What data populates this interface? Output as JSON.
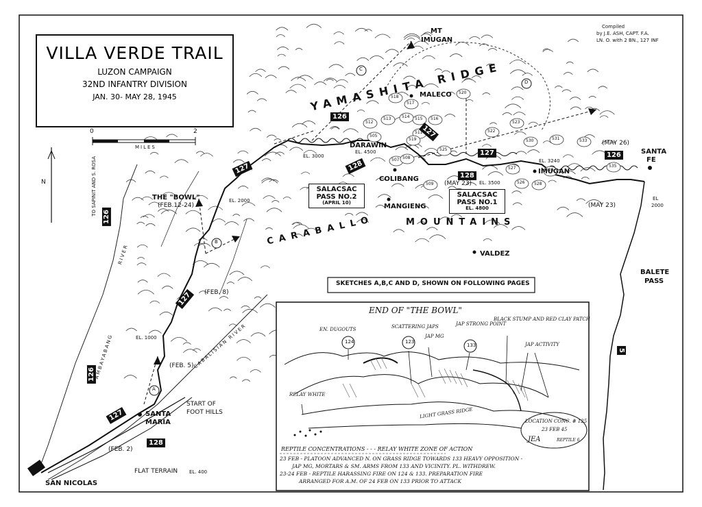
{
  "title": {
    "main": "VILLA VERDE TRAIL",
    "campaign": "LUZON CAMPAIGN",
    "division": "32ND INFANTRY DIVISION",
    "dates": "JAN. 30- MAY 28, 1945"
  },
  "compiled": {
    "line1": "Compiled",
    "line2": "by J.E. ASH, CAPT. F.A.",
    "line3": "LN. O. with 2 BN., 127 INF"
  },
  "scale": {
    "start": "0",
    "end": "2",
    "unit": "MILES"
  },
  "north": "N",
  "ridges": {
    "yamashita": "YAMASHITA RIDGE",
    "caraballo": "CARABALLO",
    "mountains": "MOUNTAINS"
  },
  "peaks": {
    "mt_imugan_1": "MT",
    "mt_imugan_2": "IMUGAN"
  },
  "places": {
    "maleco": "MALECO",
    "darawin": "DARAWIN",
    "darawin_el": "EL. 4500",
    "colibang": "COLIBANG",
    "mangieng": "MANGIENG",
    "imugan": "IMUGAN",
    "santa_fe_1": "SANTA",
    "santa_fe_2": "FE",
    "valdez": "VALDEZ",
    "balete_1": "BALETE",
    "balete_2": "PASS",
    "santa_maria_1": "SANTA",
    "santa_maria_2": "MARIA",
    "san_nicolas": "SAN NICOLAS",
    "the_bowl": "THE \"BOWL\"",
    "bowl_dates": "(FEB.12-24)",
    "to_sapinit": "TO SAPINIT AND S. ROSA",
    "start_foothills_1": "START OF",
    "start_foothills_2": "FOOT HILLS",
    "flat_terrain": "FLAT TERRAIN",
    "el_400": "EL. 400",
    "ambayabang": "AMBAYABANG",
    "river_left": "RIVER",
    "cabalisian": "CABALISIAN RIVER"
  },
  "elevations": {
    "el3000": "EL. 3000",
    "el2000_a": "EL. 2000",
    "el1000": "EL. 1000",
    "el3500": "EL. 3500",
    "el3240": "EL. 3240",
    "el2000_b_1": "EL",
    "el2000_b_2": "2000"
  },
  "passes": {
    "p2_l1": "SALACSAC",
    "p2_l2": "PASS NO.2",
    "p2_l3": "(APRIL 10)",
    "p1_l1": "SALACSAC",
    "p1_l2": "PASS NO.1",
    "p1_l3": "EL. 4800"
  },
  "dates": {
    "feb8": "(FEB. 8)",
    "feb5": "(FEB. 5)",
    "feb2": "(FEB. 2)",
    "may23_a": "(MAY 23)",
    "may23_b": "(MAY 23)",
    "may26": "(MAY 26)"
  },
  "sketch_letters": [
    "A",
    "B",
    "C",
    "D"
  ],
  "routes": [
    "126",
    "127",
    "128",
    "127",
    "127",
    "128",
    "126",
    "127",
    "126",
    "127",
    "126",
    "128",
    "5"
  ],
  "hills": [
    "518",
    "517",
    "515",
    "514",
    "513",
    "512",
    "511",
    "507",
    "509",
    "520",
    "522",
    "523",
    "525",
    "526",
    "527",
    "528",
    "529",
    "530",
    "531",
    "533",
    "535",
    "505",
    "508",
    "516",
    "519"
  ],
  "sketch_note": "SKETCHES A,B,C AND D, SHOWN ON FOLLOWING PAGES",
  "inset": {
    "title": "END OF \"THE BOWL\"",
    "en_dugouts": "EN. DUGOUTS",
    "scattering": "SCATTERING JAPS",
    "jap_mg": "JAP MG",
    "jap_strong": "JAP STRONG POINT",
    "black_stump": "BLACK STUMP AND RED CLAY PATCH",
    "jap_activity": "JAP ACTIVITY",
    "relay_white": "RELAY WHITE",
    "light_grass": "LIGHT GRASS RIDGE",
    "location": "LOCATION CONC. # 125",
    "loc_date": "23 FEB 45",
    "signature": "JEA",
    "reptile": "REPTILE 6",
    "h124": "124",
    "h123": "123",
    "h133": "133",
    "legend": "REPTILE CONCENTRATIONS - - - RELAY WHITE ZONE OF ACTION",
    "note1": "23 FEB - PLATOON ADVANCED N. ON GRASS RIDGE TOWARDS 133 HEAVY OPPOSITION -",
    "note2": "JAP MG, MORTARS & SM. ARMS FROM 133 AND VICINITY. PL. WITHDREW.",
    "note3": "23-24 FEB - REPTILE HARASSING FIRE ON 124 & 133. PREPARATION FIRE",
    "note4": "ARRANGED FOR A.M. OF 24 FEB ON 133 PRIOR TO ATTACK"
  }
}
